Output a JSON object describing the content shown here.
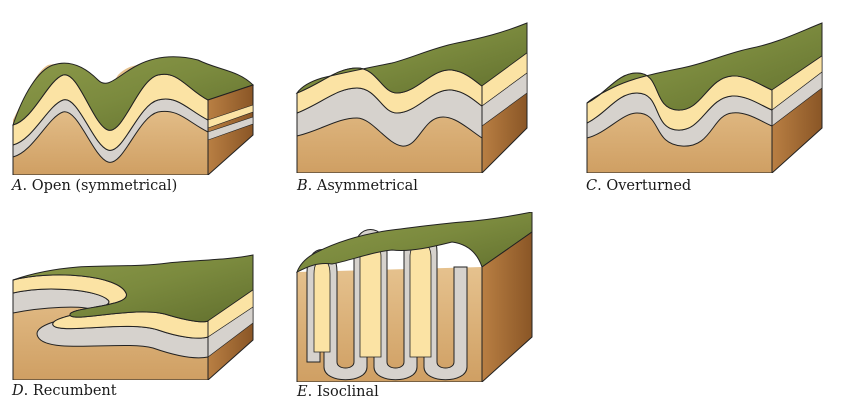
{
  "panels": [
    {
      "letter": "A",
      "text": "Open (symmetrical)"
    },
    {
      "letter": "B",
      "text": "Asymmetrical"
    },
    {
      "letter": "C",
      "text": "Overturned"
    },
    {
      "letter": "D",
      "text": "Recumbent"
    },
    {
      "letter": "E",
      "text": "Isoclinal"
    }
  ],
  "colors": {
    "grass": "#7b8a3e",
    "grass_dark": "#5f6e2c",
    "cream_layer": "#fbe3a4",
    "gray_layer": "#d6d2cd",
    "front_face": "#d9b27c",
    "side_face": "#a8713a",
    "outline": "#222222"
  }
}
